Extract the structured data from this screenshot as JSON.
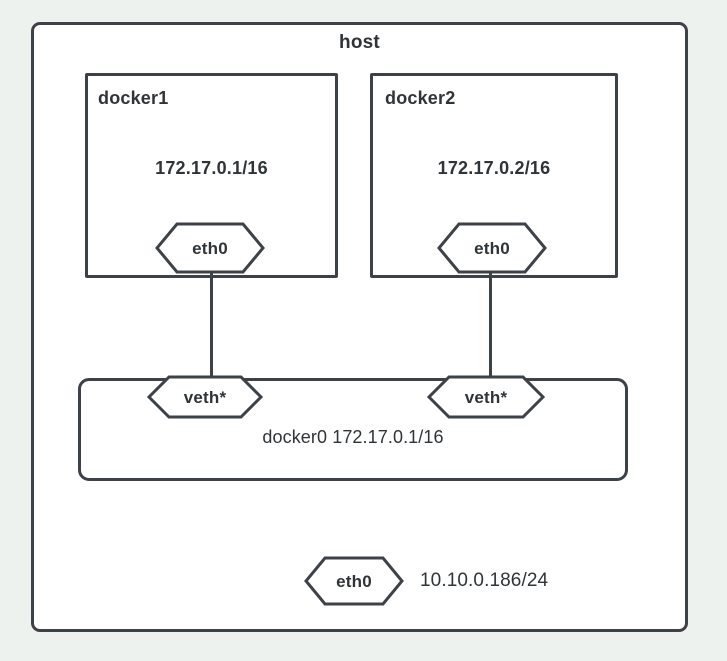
{
  "diagram": {
    "title": "host",
    "background_color": "#eef2ee",
    "surface_color": "#ffffff",
    "stroke_color": "#3c4247",
    "text_color": "#2f3438"
  },
  "containers": [
    {
      "name": "docker1",
      "ip": "172.17.0.1/16",
      "interface": "eth0"
    },
    {
      "name": "docker2",
      "ip": "172.17.0.2/16",
      "interface": "eth0"
    }
  ],
  "bridge": {
    "label": "docker0 172.17.0.1/16",
    "name": "docker0",
    "ip": "172.17.0.1/16",
    "interfaces": [
      {
        "name": "veth*"
      },
      {
        "name": "veth*"
      }
    ]
  },
  "host_interface": {
    "name": "eth0",
    "ip": "10.10.0.186/24"
  }
}
